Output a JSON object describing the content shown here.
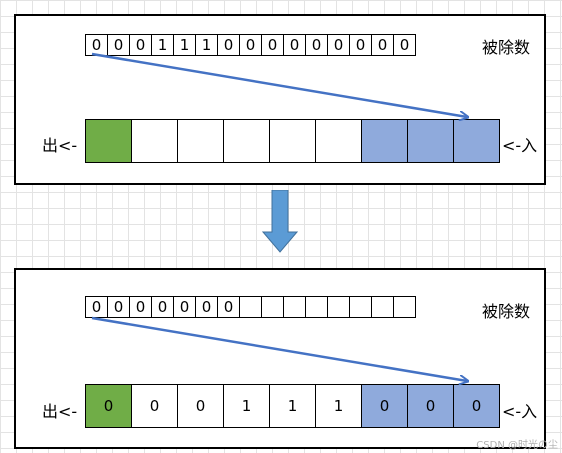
{
  "colors": {
    "exit": "#70ad47",
    "entry": "#8faadc",
    "arrow": "#4472c4",
    "down_arrow": "#5b9bd5"
  },
  "labels": {
    "dividend": "被除数",
    "out": "出<-",
    "in": "<-入"
  },
  "top": {
    "dividend_bits": [
      "0",
      "0",
      "0",
      "1",
      "1",
      "1",
      "0",
      "0",
      "0",
      "0",
      "0",
      "0",
      "0",
      "0",
      "0"
    ],
    "queue": [
      {
        "value": "",
        "fill": "exit"
      },
      {
        "value": "",
        "fill": "none"
      },
      {
        "value": "",
        "fill": "none"
      },
      {
        "value": "",
        "fill": "none"
      },
      {
        "value": "",
        "fill": "none"
      },
      {
        "value": "",
        "fill": "none"
      },
      {
        "value": "",
        "fill": "entry"
      },
      {
        "value": "",
        "fill": "entry"
      },
      {
        "value": "",
        "fill": "entry"
      }
    ]
  },
  "bottom": {
    "dividend_bits": [
      "0",
      "0",
      "0",
      "0",
      "0",
      "0",
      "0",
      "",
      "",
      "",
      "",
      "",
      "",
      "",
      ""
    ],
    "queue": [
      {
        "value": "0",
        "fill": "exit"
      },
      {
        "value": "0",
        "fill": "none"
      },
      {
        "value": "0",
        "fill": "none"
      },
      {
        "value": "1",
        "fill": "none"
      },
      {
        "value": "1",
        "fill": "none"
      },
      {
        "value": "1",
        "fill": "none"
      },
      {
        "value": "0",
        "fill": "entry"
      },
      {
        "value": "0",
        "fill": "entry"
      },
      {
        "value": "0",
        "fill": "entry"
      }
    ]
  },
  "watermark": "CSDN @时光の尘"
}
